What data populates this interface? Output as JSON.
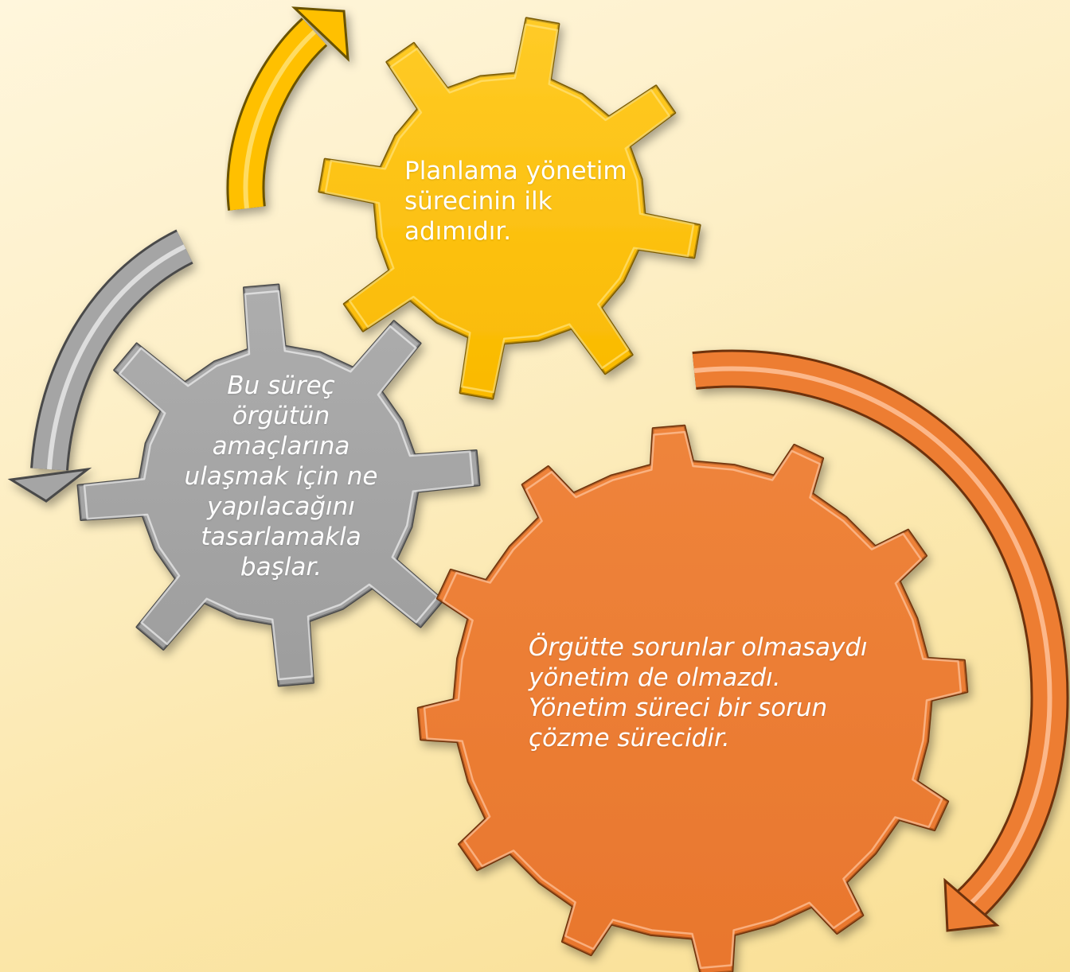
{
  "diagram": {
    "gears": [
      {
        "id": "yellow",
        "color": "#ffc000",
        "text": "Planlama yönetim sürecinin ilk adımıdır."
      },
      {
        "id": "gray",
        "color": "#a5a5a5",
        "text": "Bu süreç örgütün amaçlarına ulaşmak için ne yapılacağını tasarlamakla başlar."
      },
      {
        "id": "orange",
        "color": "#ed7d31",
        "text": "Örgütte sorunlar olmasaydı yönetim de olmazdı. Yönetim süreci bir sorun çözme sürecidir."
      }
    ],
    "arrows": [
      {
        "id": "yellow-arrow",
        "color": "#ffc000",
        "direction": "clockwise"
      },
      {
        "id": "gray-arrow",
        "color": "#a5a5a5",
        "direction": "counterclockwise"
      },
      {
        "id": "orange-arrow",
        "color": "#ed7d31",
        "direction": "clockwise"
      }
    ]
  }
}
